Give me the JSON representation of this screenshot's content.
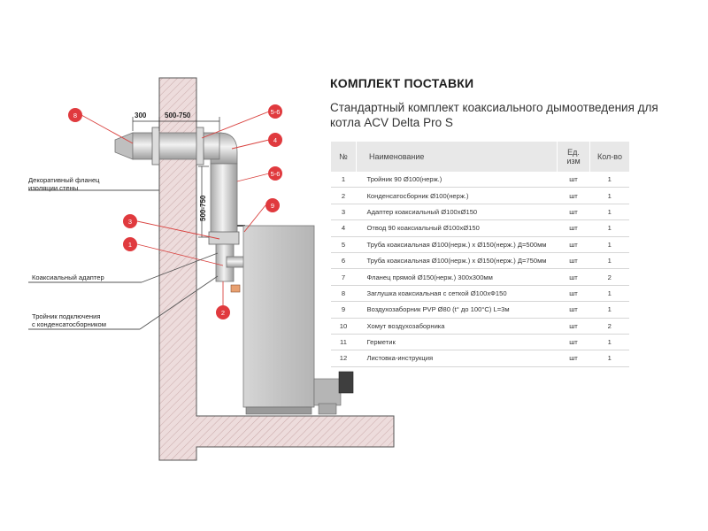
{
  "title": "КОМПЛЕКТ ПОСТАВКИ",
  "subtitle": "Стандартный комплект коаксиального дымоотведения для котла ACV Delta Pro S",
  "table": {
    "headers": {
      "num": "№",
      "name": "Наименование",
      "unit": "Ед. изм",
      "qty": "Кол-во"
    },
    "rows": [
      {
        "num": "1",
        "name": "Тройник 90 Ø100(нерж.)",
        "unit": "шт",
        "qty": "1"
      },
      {
        "num": "2",
        "name": "Конденсатосборник Ø100(нерж.)",
        "unit": "шт",
        "qty": "1"
      },
      {
        "num": "3",
        "name": "Адаптер коаксиальный Ø100xØ150",
        "unit": "шт",
        "qty": "1"
      },
      {
        "num": "4",
        "name": "Отвод 90 коаксиальный Ø100xØ150",
        "unit": "шт",
        "qty": "1"
      },
      {
        "num": "5",
        "name": "Труба коаксиальная Ø100(нерж.) x Ø150(нерж.) Д=500мм",
        "unit": "шт",
        "qty": "1"
      },
      {
        "num": "6",
        "name": "Труба коаксиальная Ø100(нерж.) x Ø150(нерж.) Д=750мм",
        "unit": "шт",
        "qty": "1"
      },
      {
        "num": "7",
        "name": "Фланец прямой Ø150(нерж.) 300x300мм",
        "unit": "шт",
        "qty": "2"
      },
      {
        "num": "8",
        "name": "Заглушка коаксиальная с сеткой Ø100xФ150",
        "unit": "шт",
        "qty": "1"
      },
      {
        "num": "9",
        "name": "Воздухозаборник PVP Ø80 (t° до 100°C) L=3м",
        "unit": "шт",
        "qty": "1"
      },
      {
        "num": "10",
        "name": "Хомут воздухозаборника",
        "unit": "шт",
        "qty": "2"
      },
      {
        "num": "11",
        "name": "Герметик",
        "unit": "шт",
        "qty": "1"
      },
      {
        "num": "12",
        "name": "Листовка-инструкция",
        "unit": "шт",
        "qty": "1"
      }
    ]
  },
  "diagram": {
    "dimensions": {
      "wall_gap": "300",
      "horizontal": "500-750",
      "vertical": "500-750"
    },
    "labels": {
      "flange": "Декоративный фланец\nизоляции стены",
      "adapter": "Коаксиальный адаптер",
      "tee": "Тройник подключения\nс конденсатосборником"
    },
    "markers": [
      "8",
      "5-6",
      "4",
      "5-6",
      "9",
      "3",
      "1",
      "2"
    ]
  },
  "colors": {
    "marker": "#e03a3e",
    "leader": "#d9423f",
    "wall_hatch": "#e9d5d5",
    "pipe": "#cfcfcf",
    "boiler": "#c9c9c9",
    "header_bg": "#e8e8e8"
  }
}
